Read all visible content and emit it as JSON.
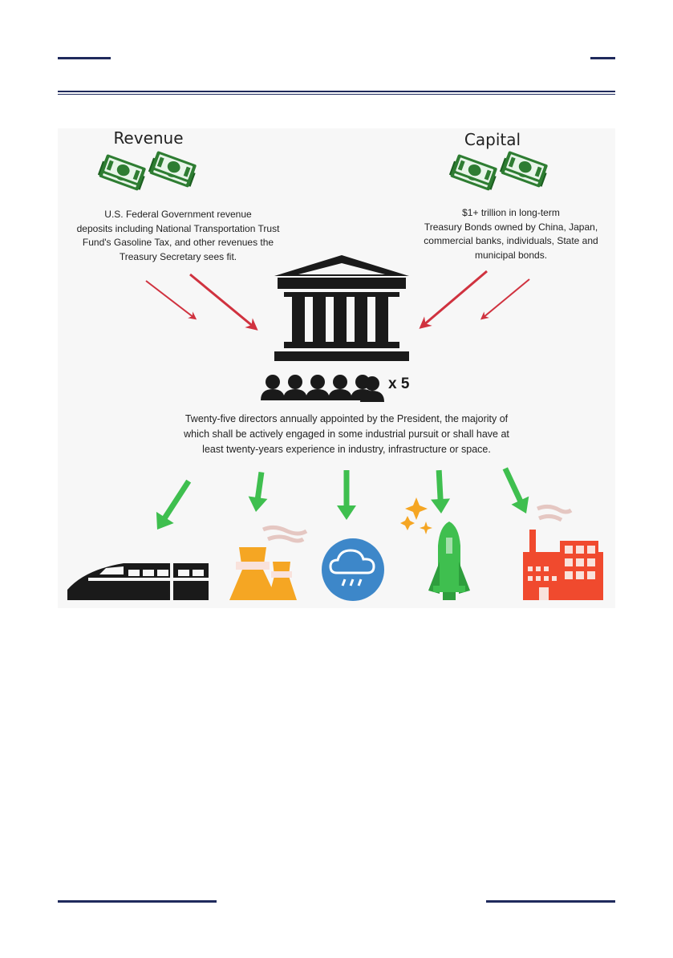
{
  "colors": {
    "page_rule": "#1f2a5c",
    "panel_bg": "#f7f7f7",
    "money": "#2e7d32",
    "red_arrow": "#d0323f",
    "green_arrow": "#3fbf4f",
    "building": "#1a1a1a",
    "tower": "#f5a623",
    "water_circle": "#3d87c9",
    "rocket": "#3fbf4f",
    "factory": "#f04a2e"
  },
  "infographic": {
    "revenue": {
      "title": "Revenue",
      "description": [
        "U.S. Federal Government revenue",
        "deposits including National Transportation Trust",
        "Fund's Gasoline Tax, and other revenues the",
        "Treasury Secretary sees fit."
      ]
    },
    "capital": {
      "title": "Capital",
      "description": [
        "$1+ trillion in long-term",
        "Treasury Bonds owned by China, Japan,",
        "commercial banks, individuals, State and",
        "municipal bonds."
      ]
    },
    "directors": {
      "multiplier": "x 5",
      "description": [
        "Twenty-five directors annually appointed by the President, the majority of",
        "which shall be actively engaged in some industrial pursuit or shall have at",
        "least twenty-years experience in industry, infrastructure or space."
      ]
    },
    "icons": [
      "money-stack-icon",
      "bank-building-icon",
      "people-group-icon",
      "train-icon",
      "cooling-tower-icon",
      "rain-cloud-icon",
      "space-shuttle-icon",
      "factory-icon"
    ]
  }
}
